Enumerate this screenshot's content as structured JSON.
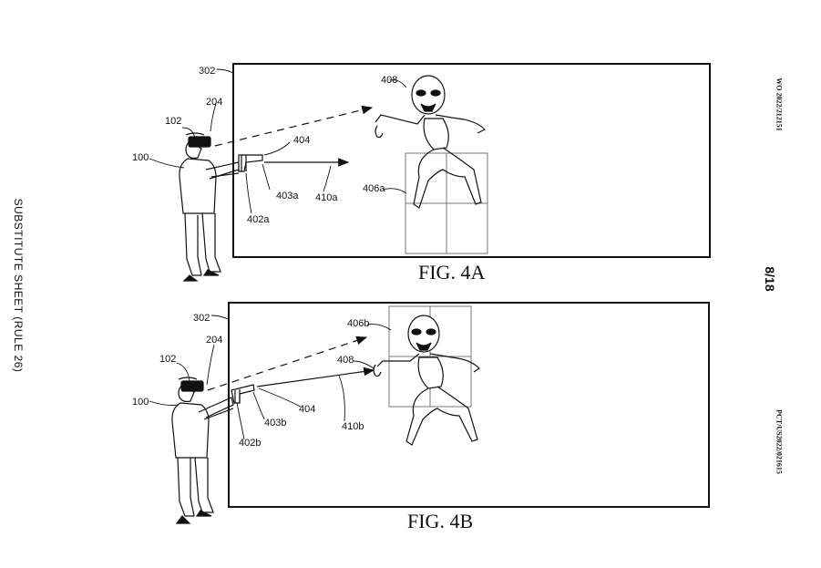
{
  "side_text": "SUBSTITUTE SHEET (RULE 26)",
  "header_right": {
    "pub_no": "WO 2022/212151",
    "sheet": "8/18",
    "app_no": "PCT/US2022/021615"
  },
  "fig4a": {
    "caption": "FIG. 4A",
    "labels": {
      "l302": "302",
      "l204": "204",
      "l102": "102",
      "l100": "100",
      "l408": "408",
      "l404": "404",
      "l403": "403a",
      "l402": "402a",
      "l410": "410a",
      "l406": "406a"
    }
  },
  "fig4b": {
    "caption": "FIG. 4B",
    "labels": {
      "l302": "302",
      "l204": "204",
      "l102": "102",
      "l100": "100",
      "l406": "406b",
      "l408": "408",
      "l404": "404",
      "l403": "403b",
      "l402": "402b",
      "l410": "410b"
    }
  }
}
